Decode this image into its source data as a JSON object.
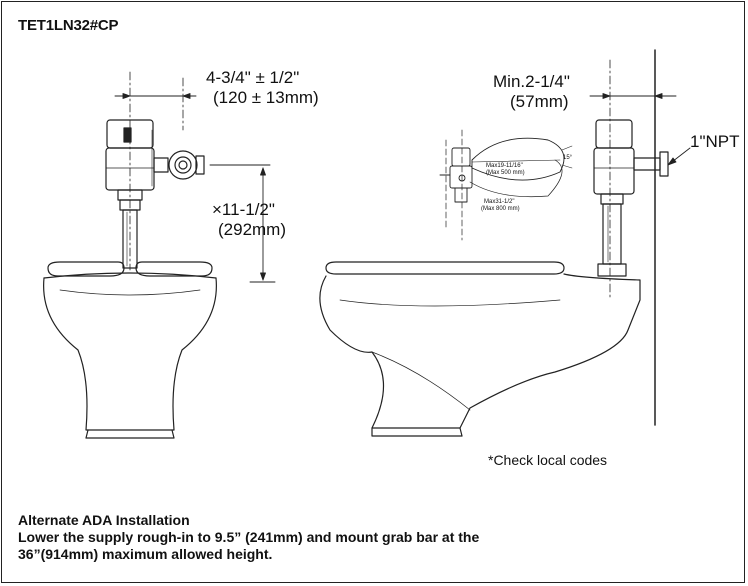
{
  "model": "TET1LN32#CP",
  "front_view": {
    "horizontal_dim_line1": "4-3/4\" ± 1/2\"",
    "horizontal_dim_line2": "(120 ± 13mm)",
    "vertical_dim_line1": "×11-1/2\"",
    "vertical_dim_line2": "(292mm)"
  },
  "side_view": {
    "wall_dim_line1": "Min.2-1/4\"",
    "wall_dim_line2": "(57mm)",
    "supply_label": "1\"NPT",
    "sensor_angle": "15°",
    "sensor_range_1_line1": "Max19-11/16\"",
    "sensor_range_1_line2": "(Max 500 mm)",
    "sensor_range_2_line1": "Max31-1/2\"",
    "sensor_range_2_line2": "(Max 800 mm)"
  },
  "codes_note": "*Check local codes",
  "ada": {
    "heading": "Alternate ADA Installation",
    "line1": "Lower the supply rough-in to 9.5” (241mm) and mount grab bar at the",
    "line2": "36”(914mm) maximum allowed height."
  }
}
